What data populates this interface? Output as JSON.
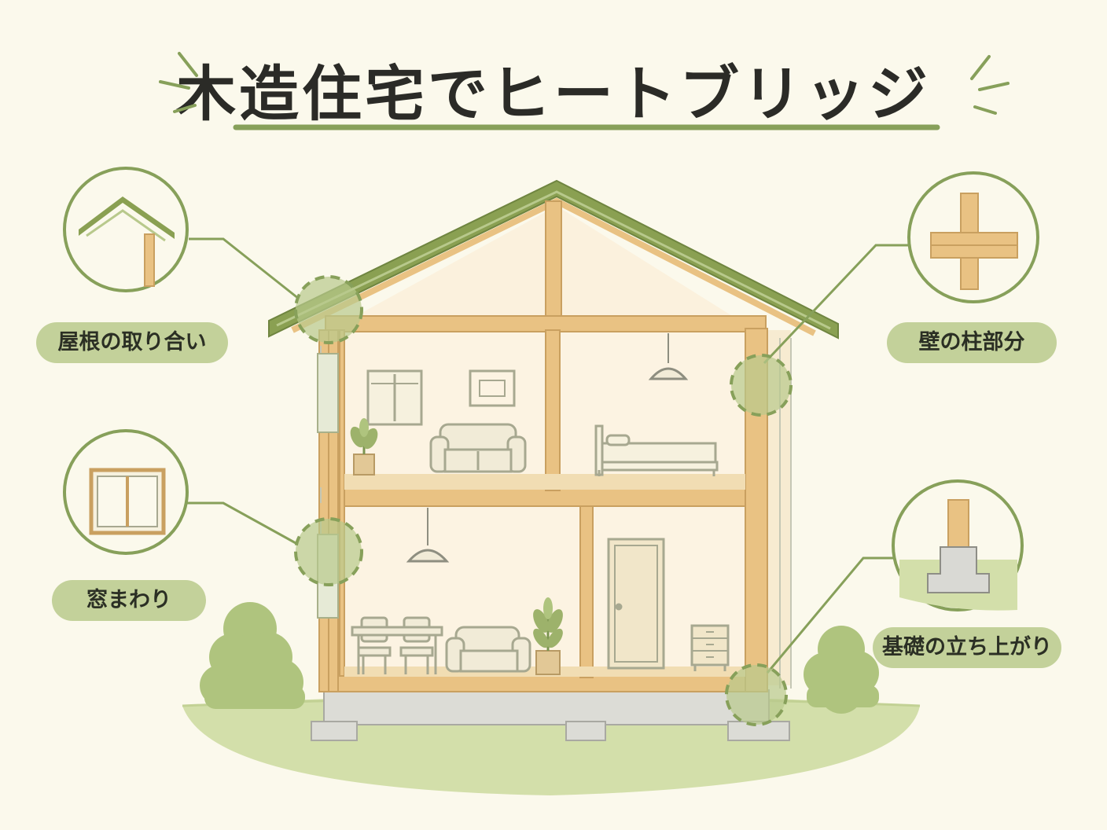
{
  "title": "木造住宅でヒートブリッジ",
  "callouts": [
    {
      "id": "roof",
      "label": "屋根の取り合い"
    },
    {
      "id": "window",
      "label": "窓まわり"
    },
    {
      "id": "pillar",
      "label": "壁の柱部分"
    },
    {
      "id": "foundation",
      "label": "基礎の立ち上がり"
    }
  ],
  "colors": {
    "background": "#fbf9ec",
    "accent_green": "#87a05a",
    "label_bg": "#c3d19a",
    "wood": "#e9c283",
    "roof": "#8aa052",
    "foundation": "#d9d9d4",
    "ground": "#c9d8a2"
  }
}
